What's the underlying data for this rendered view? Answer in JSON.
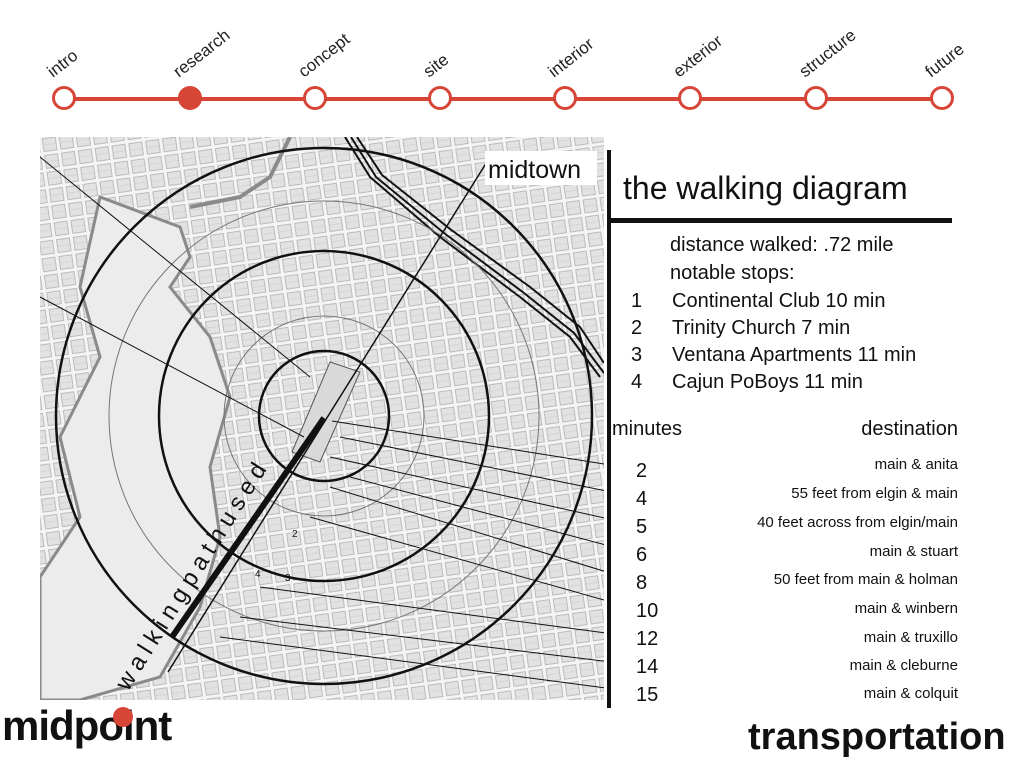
{
  "nav": {
    "items": [
      {
        "label": "intro",
        "active": false
      },
      {
        "label": "research",
        "active": true
      },
      {
        "label": "concept",
        "active": false
      },
      {
        "label": "site",
        "active": false
      },
      {
        "label": "interior",
        "active": false
      },
      {
        "label": "exterior",
        "active": false
      },
      {
        "label": "structure",
        "active": false
      },
      {
        "label": "future",
        "active": false
      }
    ]
  },
  "map": {
    "label_midtown": "midtown",
    "path_label": "walkingpathused",
    "stop_markers": [
      "2",
      "4",
      "3"
    ]
  },
  "panel": {
    "title": "the walking diagram",
    "distance": "distance walked: .72 mile",
    "stops_label": "notable stops:",
    "stops": [
      {
        "num": "1",
        "text": "Continental Club 10 min"
      },
      {
        "num": "2",
        "text": "Trinity Church 7 min"
      },
      {
        "num": "3",
        "text": "Ventana Apartments 11 min"
      },
      {
        "num": "4",
        "text": "Cajun PoBoys 11 min"
      }
    ],
    "minutes_header": "minutes",
    "destination_header": "destination",
    "rows": [
      {
        "minutes": "2",
        "destination": "main & anita"
      },
      {
        "minutes": "4",
        "destination": "55 feet from elgin & main"
      },
      {
        "minutes": "5",
        "destination": "40 feet across from elgin/main"
      },
      {
        "minutes": "6",
        "destination": "main & stuart"
      },
      {
        "minutes": "8",
        "destination": "50 feet from main & holman"
      },
      {
        "minutes": "10",
        "destination": "main & winbern"
      },
      {
        "minutes": "12",
        "destination": "main & truxillo"
      },
      {
        "minutes": "14",
        "destination": "main & cleburne"
      },
      {
        "minutes": "15",
        "destination": "main & colquit"
      }
    ]
  },
  "footer": {
    "logo": "midpoint",
    "title": "transportation"
  },
  "colors": {
    "accent": "#d64536"
  }
}
